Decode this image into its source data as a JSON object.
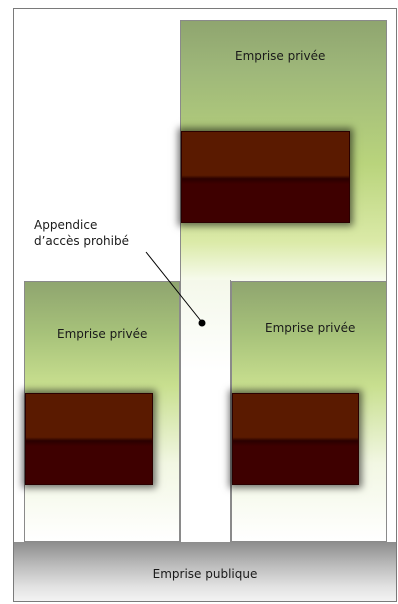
{
  "parcels": {
    "top": {
      "label": "Emprise privée"
    },
    "left": {
      "label": "Emprise privée"
    },
    "right": {
      "label": "Emprise privée"
    }
  },
  "public_zone": {
    "label": "Emprise publique"
  },
  "annotation": {
    "line1": "Appendice",
    "line2": "d’accès prohibé"
  },
  "colors": {
    "parcel_green": "#a7c27a",
    "building_roof": "#5a1a00",
    "building_dark": "#3e0000",
    "public_grey": "#b7b7b7",
    "border": "#8a8a8a"
  }
}
